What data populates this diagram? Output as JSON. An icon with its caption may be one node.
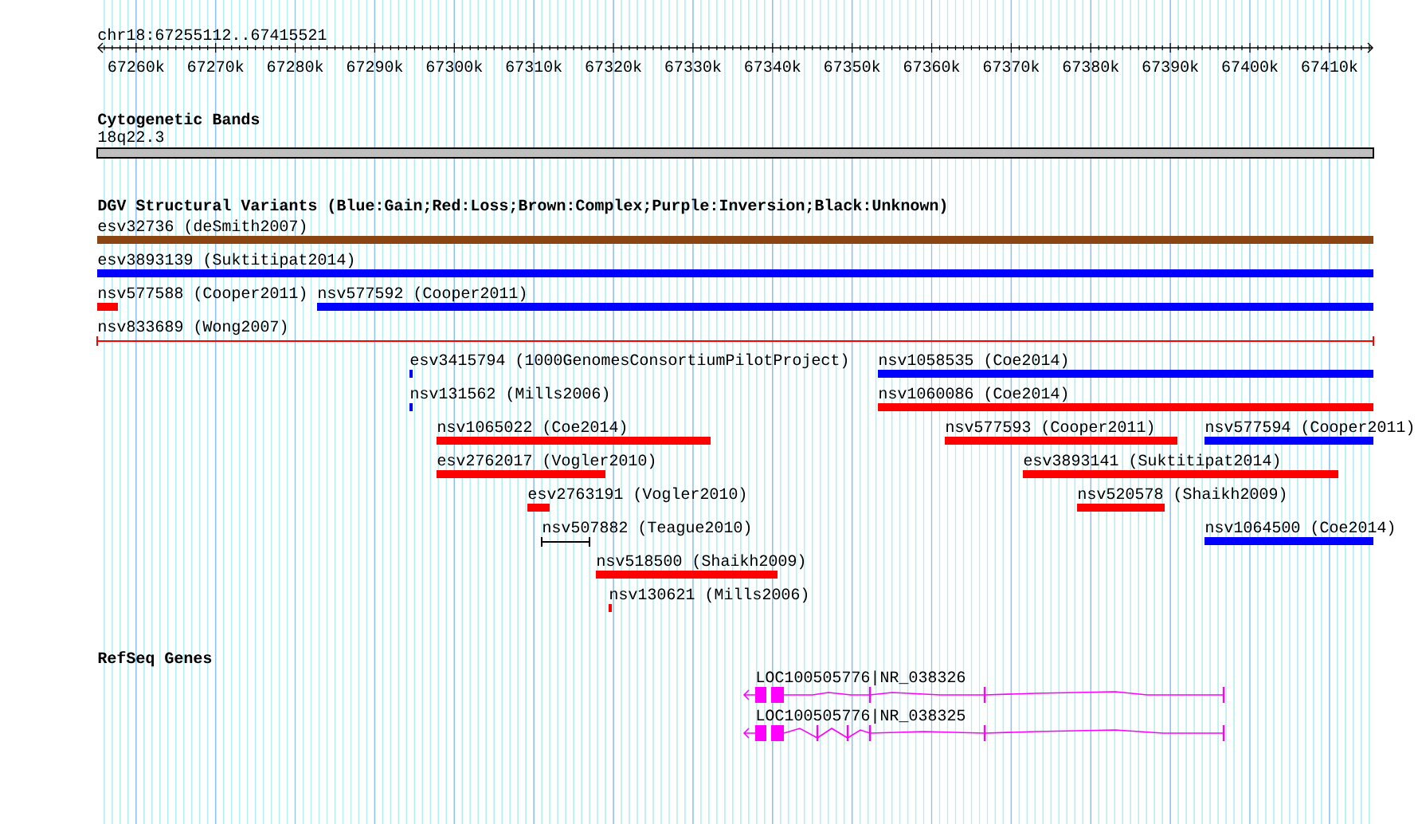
{
  "diagram": {
    "title": "chr18:67255112..67415521",
    "nodes": [
      {
        "text": [
          "18q22.3"
        ]
      },
      {
        "text": [
          "esv32736 (deSmith2007)"
        ]
      },
      {
        "text": [
          "esv3893139 (Suktitipat2014)"
        ]
      },
      {
        "text": [
          "nsv577588 (Cooper2011)"
        ]
      },
      {
        "text": [
          "nsv577592 (Cooper2011)"
        ]
      },
      {
        "text": [
          "nsv833689 (Wong2007)"
        ]
      },
      {
        "text": [
          "esv3415794 (1000GenomesConsortiumPilotProject)"
        ]
      },
      {
        "text": [
          "nsv1058535 (Coe2014)"
        ]
      },
      {
        "text": [
          "nsv131562 (Mills2006)"
        ]
      },
      {
        "text": [
          "nsv1060086 (Coe2014)"
        ]
      },
      {
        "text": [
          "nsv1065022 (Coe2014)"
        ]
      },
      {
        "text": [
          "nsv577593 (Cooper2011)"
        ]
      },
      {
        "text": [
          "nsv577594 (Cooper2011)"
        ]
      },
      {
        "text": [
          "esv2762017 (Vogler2010)"
        ]
      },
      {
        "text": [
          "esv3893141 (Suktitipat2014)"
        ]
      },
      {
        "text": [
          "esv2763191 (Vogler2010)"
        ]
      },
      {
        "text": [
          "nsv520578 (Shaikh2009)"
        ]
      },
      {
        "text": [
          "nsv507882 (Teague2010)"
        ]
      },
      {
        "text": [
          "nsv1064500 (Coe2014)"
        ]
      },
      {
        "text": [
          "nsv518500 (Shaikh2009)"
        ]
      },
      {
        "text": [
          "nsv130621 (Mills2006)"
        ]
      },
      {
        "text": [
          "LOC100505776|NR_038326"
        ]
      },
      {
        "text": [
          "LOC100505776|NR_038325"
        ]
      }
    ],
    "labels": [
      "67260k",
      "67270k",
      "67280k",
      "67290k",
      "67300k",
      "67310k",
      "67320k",
      "67330k",
      "67340k",
      "67350k",
      "67360k",
      "67370k",
      "67380k",
      "67390k",
      "67400k",
      "67410k",
      "Cytogenetic Bands",
      "DGV Structural Variants (Blue:Gain;Red:Loss;Brown:Complex;Purple:Inversion;Black:Unknown)",
      "RefSeq Genes"
    ]
  }
}
